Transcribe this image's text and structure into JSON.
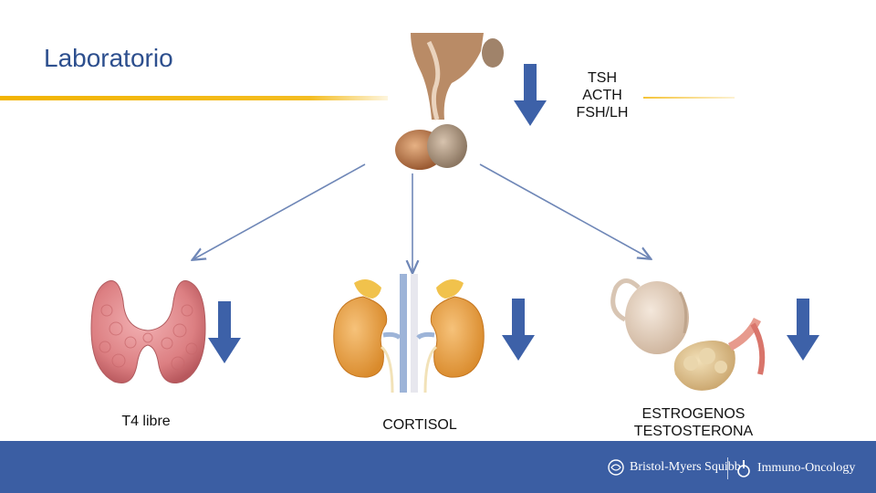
{
  "title": "Laboratorio",
  "pituitary_hormones": [
    "TSH",
    "ACTH",
    "FSH/LH"
  ],
  "targets": {
    "thyroid_label": "T4 libre",
    "adrenal_label": "CORTISOL",
    "gonad_labels": [
      "ESTROGENOS",
      "TESTOSTERONA"
    ]
  },
  "footer": {
    "logo_left": "Bristol-Myers Squibb",
    "logo_right": "Immuno-Oncology"
  },
  "colors": {
    "title": "#2d4f8e",
    "accent_rule": "#f2b400",
    "arrow": "#3d61a8",
    "footer": "#3b5ea3"
  }
}
